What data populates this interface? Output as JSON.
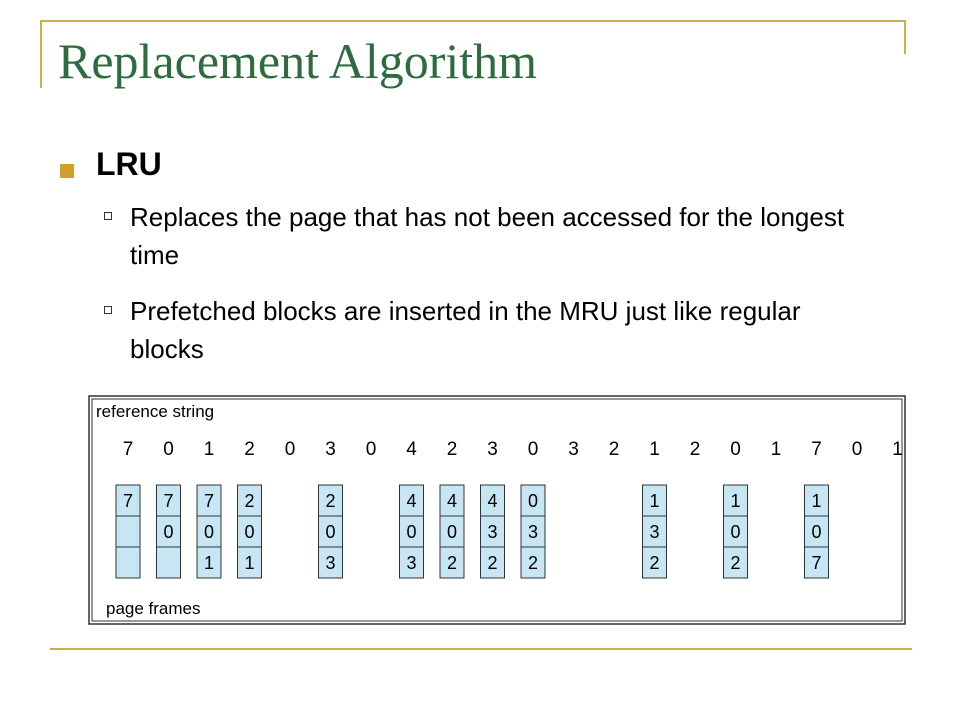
{
  "slide": {
    "title": "Replacement Algorithm",
    "bullet": "LRU",
    "sub_bullets": [
      "Replaces the page that has not been accessed for the longest time",
      "Prefetched blocks are inserted in the MRU just like regular blocks"
    ]
  },
  "colors": {
    "title": "#2e6b3f",
    "accent": "#c8b04a",
    "bullet": "#d4a02a",
    "frame_fill": "#c7e6f3"
  },
  "diagram": {
    "reference_label": "reference string",
    "frames_label": "page frames",
    "reference_string": [
      7,
      0,
      1,
      2,
      0,
      3,
      0,
      4,
      2,
      3,
      0,
      3,
      2,
      1,
      2,
      0,
      1,
      7,
      0,
      1
    ],
    "frame_states": [
      {
        "pos": 0,
        "frames": [
          "7",
          "",
          ""
        ]
      },
      {
        "pos": 1,
        "frames": [
          "7",
          "0",
          ""
        ]
      },
      {
        "pos": 2,
        "frames": [
          "7",
          "0",
          "1"
        ]
      },
      {
        "pos": 3,
        "frames": [
          "2",
          "0",
          "1"
        ]
      },
      {
        "pos": 5,
        "frames": [
          "2",
          "0",
          "3"
        ]
      },
      {
        "pos": 7,
        "frames": [
          "4",
          "0",
          "3"
        ]
      },
      {
        "pos": 8,
        "frames": [
          "4",
          "0",
          "2"
        ]
      },
      {
        "pos": 9,
        "frames": [
          "4",
          "3",
          "2"
        ]
      },
      {
        "pos": 10,
        "frames": [
          "0",
          "3",
          "2"
        ]
      },
      {
        "pos": 13,
        "frames": [
          "1",
          "3",
          "2"
        ]
      },
      {
        "pos": 15,
        "frames": [
          "1",
          "0",
          "2"
        ]
      },
      {
        "pos": 17,
        "frames": [
          "1",
          "0",
          "7"
        ]
      }
    ]
  }
}
